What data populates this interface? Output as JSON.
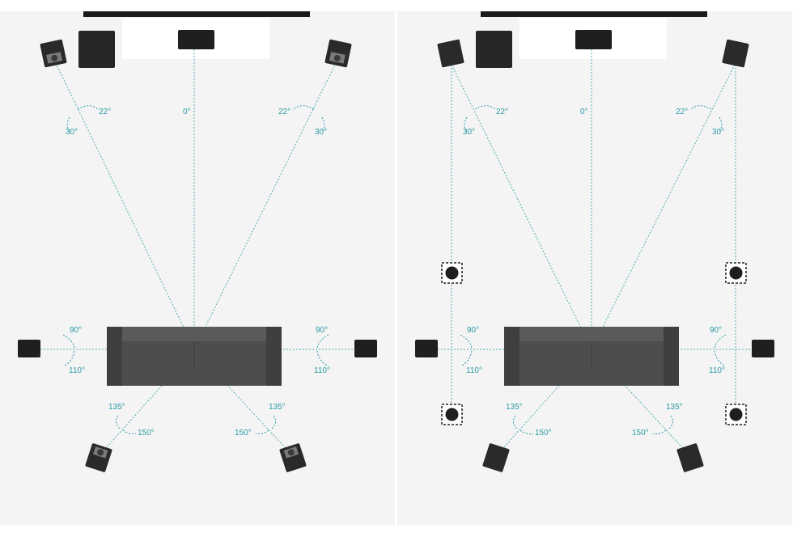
{
  "colors": {
    "accent": "#2a9ba6",
    "speaker": "#1f1f1f",
    "sofa": "#4d4d4d",
    "floor": "#f4f4f4",
    "screen": "#1a1a1a"
  },
  "panels": [
    {
      "id": "left",
      "layout": "5.1 surround",
      "labels": {
        "front_left_inner": "22°",
        "front_left_outer": "30°",
        "center": "0°",
        "front_right_inner": "22°",
        "front_right_outer": "30°",
        "side_left_top": "90°",
        "side_left_bottom": "110°",
        "side_right_top": "90°",
        "side_right_bottom": "110°",
        "rear_left_inner": "135°",
        "rear_left_outer": "150°",
        "rear_right_inner": "135°",
        "rear_right_outer": "150°"
      }
    },
    {
      "id": "right",
      "layout": "surround with ceiling speakers",
      "labels": {
        "front_left_inner": "22°",
        "front_left_outer": "30°",
        "center": "0°",
        "front_right_inner": "22°",
        "front_right_outer": "30°",
        "side_left_top": "90°",
        "side_left_bottom": "110°",
        "side_right_top": "90°",
        "side_right_bottom": "110°",
        "rear_left_inner": "135°",
        "rear_left_outer": "150°",
        "rear_right_inner": "135°",
        "rear_right_outer": "150°"
      }
    }
  ]
}
